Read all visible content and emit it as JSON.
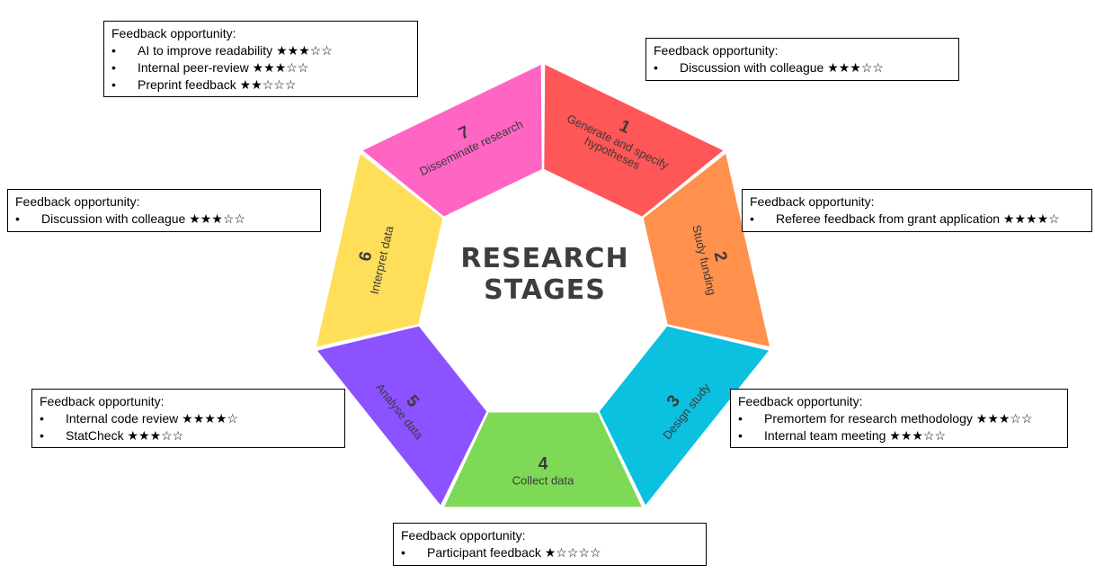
{
  "center": {
    "line1": "RESEARCH",
    "line2": "STAGES"
  },
  "stages": [
    {
      "number": "1",
      "label": [
        "Generate and specify",
        "hypotheses"
      ],
      "color": "#FF5757"
    },
    {
      "number": "2",
      "label": [
        "Study funding"
      ],
      "color": "#FF914D"
    },
    {
      "number": "3",
      "label": [
        "Design study"
      ],
      "color": "#0CC0DF"
    },
    {
      "number": "4",
      "label": [
        "Collect data"
      ],
      "color": "#7ED957"
    },
    {
      "number": "5",
      "label": [
        "Analyse data"
      ],
      "color": "#8C52FF"
    },
    {
      "number": "6",
      "label": [
        "Interpret data"
      ],
      "color": "#FFDE59"
    },
    {
      "number": "7",
      "label": [
        "Disseminate research"
      ],
      "color": "#FF66C4"
    }
  ],
  "feedback": {
    "stage7": {
      "title": "Feedback opportunity:",
      "items": [
        "AI to improve readability ★★★☆☆",
        "Internal peer-review ★★★☆☆",
        "Preprint feedback ★★☆☆☆"
      ]
    },
    "stage1": {
      "title": "Feedback opportunity:",
      "items": [
        "Discussion with colleague ★★★☆☆"
      ]
    },
    "stage6": {
      "title": "Feedback opportunity:",
      "items": [
        "Discussion with colleague ★★★☆☆"
      ]
    },
    "stage2": {
      "title": "Feedback opportunity:",
      "items": [
        "Referee feedback from grant application ★★★★☆"
      ]
    },
    "stage5": {
      "title": "Feedback opportunity:",
      "items": [
        "Internal code review ★★★★☆",
        "StatCheck ★★★☆☆"
      ]
    },
    "stage3": {
      "title": "Feedback opportunity:",
      "items": [
        "Premortem for research methodology ★★★☆☆",
        "Internal team meeting ★★★☆☆"
      ]
    },
    "stage4": {
      "title": "Feedback opportunity:",
      "items": [
        "Participant feedback ★☆☆☆☆"
      ]
    }
  }
}
